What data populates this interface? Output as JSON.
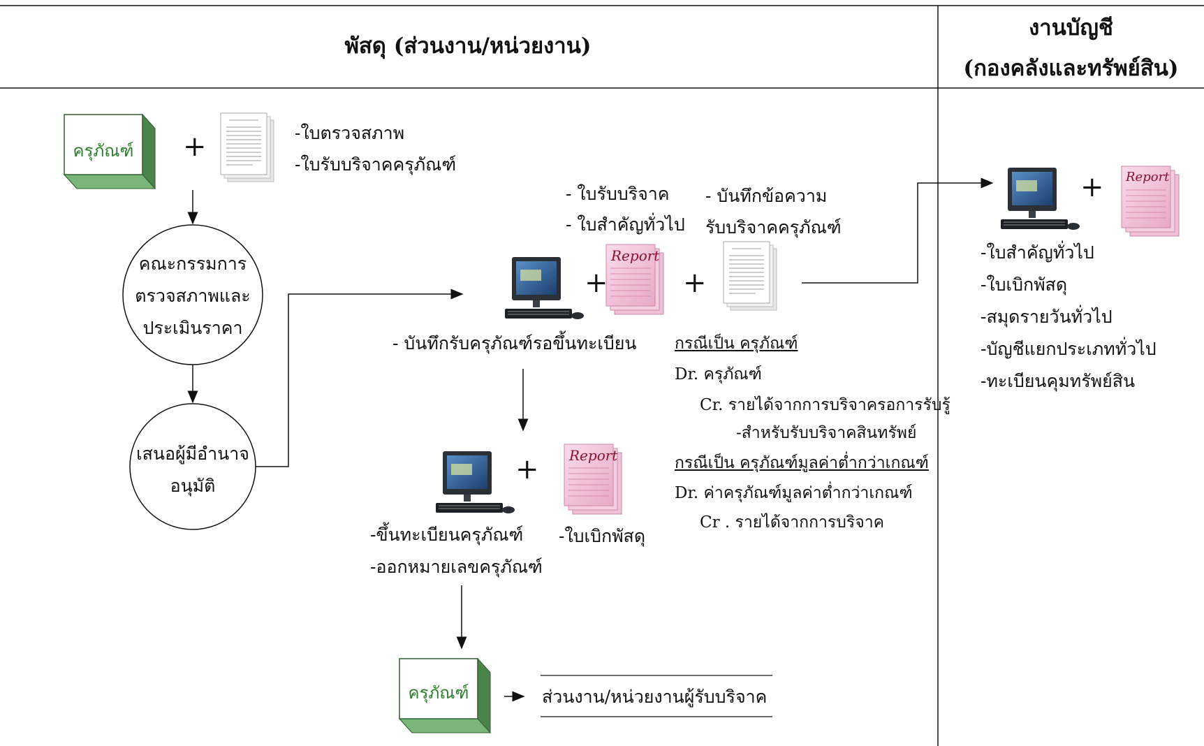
{
  "header": {
    "left_title": "พัสดุ (ส่วนงาน/หน่วยงาน)",
    "right_title_line1": "งานบัญชี",
    "right_title_line2": "(กองคลังและทรัพย์สิน)"
  },
  "start": {
    "asset_label": "ครุภัณฑ์",
    "plus": "+",
    "docs": [
      "-ใบตรวจสภาพ",
      "-ใบรับบริจาคครุภัณฑ์"
    ]
  },
  "committee": {
    "lines": [
      "คณะกรรมการ",
      "ตรวจสภาพและ",
      "ประเมินราคา"
    ]
  },
  "approval": {
    "lines": [
      "เสนอผู้มีอำนาจ",
      "อนุมัติ"
    ]
  },
  "record_step": {
    "report_docs": [
      "- ใบรับบริจาค",
      "- ใบสำคัญทั่วไป"
    ],
    "memo_docs": [
      "- บันทึกข้อความ",
      "รับบริจาคครุภัณฑ์"
    ],
    "caption": "- บันทึกรับครุภัณฑ์รอขึ้นทะเบียน",
    "report_icon_text": "Report"
  },
  "accounting_entries": {
    "case1_title": "กรณีเป็น ครุภัณฑ์",
    "case1_dr": "Dr. ครุภัณฑ์",
    "case1_cr": "Cr. รายได้จากการบริจาครอการรับรู้",
    "case1_cr_sub": "-สำหรับรับบริจาคสินทรัพย์",
    "case2_title": "กรณีเป็น ครุภัณฑ์มูลค่าต่ำกว่าเกณฑ์",
    "case2_dr": "Dr. ค่าครุภัณฑ์มูลค่าต่ำกว่าเกณฑ์",
    "case2_cr": "Cr . รายได้จากการบริจาค"
  },
  "register_step": {
    "lines": [
      "-ขึ้นทะเบียนครุภัณฑ์",
      "-ออกหมายเลขครุภัณฑ์"
    ],
    "report_caption": "-ใบเบิกพัสดุ"
  },
  "end": {
    "asset_label": "ครุภัณฑ์",
    "recipient": "ส่วนงาน/หน่วยงานผู้รับบริจาค"
  },
  "accounting_docs": [
    "-ใบสำคัญทั่วไป",
    "-ใบเบิกพัสดุ",
    "-สมุดรายวันทั่วไป",
    "-บัญชีแยกประเภททั่วไป",
    "-ทะเบียนคุมทรัพย์สิน"
  ],
  "colors": {
    "box_face": "#ffffff",
    "box_side": "#5f9f5f",
    "box_text": "#2e7d2e",
    "report_bg": "#f3c6dd",
    "report_text": "#8a1030"
  }
}
